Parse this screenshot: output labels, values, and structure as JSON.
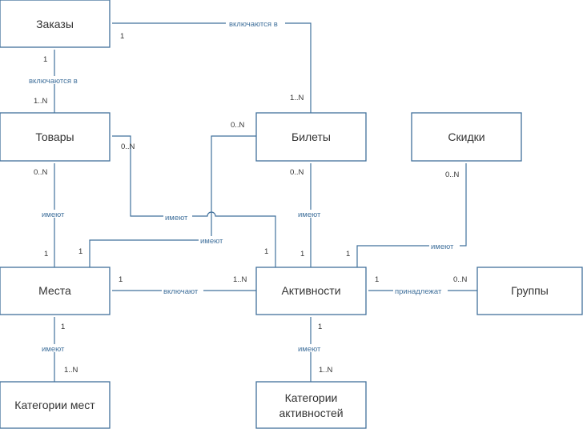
{
  "entities": {
    "orders": "Заказы",
    "products": "Товары",
    "tickets": "Билеты",
    "discounts": "Скидки",
    "places": "Места",
    "activities": "Активности",
    "groups": "Группы",
    "place_categories": "Категории мест",
    "activity_categories_line1": "Категории",
    "activity_categories_line2": "активностей"
  },
  "relations": {
    "orders_tickets": {
      "label": "включаются в",
      "from_card": "1",
      "to_card": "1..N"
    },
    "orders_products": {
      "label": "включаются в",
      "from_card": "1",
      "to_card": "1..N"
    },
    "products_places": {
      "label": "имеют",
      "from_card": "0..N",
      "to_card": "1"
    },
    "products_activities": {
      "label": "имеют",
      "from_card": "0..N",
      "to_card": "1"
    },
    "tickets_places": {
      "label": "имеют",
      "from_card": "0..N",
      "to_card": "1"
    },
    "tickets_activities": {
      "label": "имеют",
      "from_card": "0..N",
      "to_card": "1"
    },
    "discounts_activities": {
      "label": "имеют",
      "from_card": "0..N",
      "to_card": "1"
    },
    "places_activities": {
      "label": "включают",
      "from_card": "1",
      "to_card": "1..N"
    },
    "activities_groups": {
      "label": "принадлежат",
      "from_card": "1",
      "to_card": "0..N"
    },
    "places_categories": {
      "label": "имеют",
      "from_card": "1",
      "to_card": "1..N"
    },
    "activities_categories": {
      "label": "имеют",
      "from_card": "1",
      "to_card": "1..N"
    }
  }
}
